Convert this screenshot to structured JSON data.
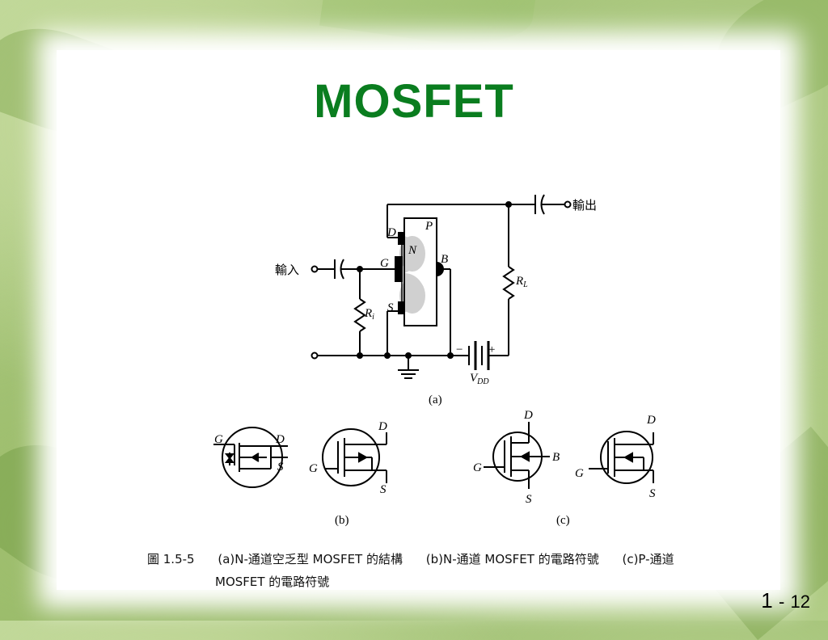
{
  "slide": {
    "title": "MOSFET",
    "page_number": "1",
    "page_separator": "-",
    "page_sub": "12"
  },
  "diagram_a": {
    "input_label": "輸入",
    "output_label": "輸出",
    "drain_label": "D",
    "gate_label": "G",
    "source_label": "S",
    "body_label": "B",
    "substrate_label": "P",
    "channel_label": "N",
    "ri_main": "R",
    "ri_sub": "i",
    "rl_main": "R",
    "rl_sub": "L",
    "vdd_main": "V",
    "vdd_sub": "DD",
    "minus": "−",
    "plus": "+",
    "sub_caption": "(a)"
  },
  "diagram_b": {
    "sym1_g": "G",
    "sym1_d": "D",
    "sym1_s": "S",
    "sym2_d": "D",
    "sym2_g": "G",
    "sym2_s": "S",
    "sub_caption": "(b)"
  },
  "diagram_c": {
    "sym3_d": "D",
    "sym3_g": "G",
    "sym3_b": "B",
    "sym3_s": "S",
    "sym4_d": "D",
    "sym4_g": "G",
    "sym4_s": "S",
    "sub_caption": "(c)"
  },
  "caption": {
    "fig_label": "圖 1.5-5",
    "part_a": "(a)N-通道空乏型 MOSFET 的結構",
    "part_b": "(b)N-通道 MOSFET 的電路符號",
    "part_c": "(c)P-通道",
    "line2": "MOSFET 的電路符號"
  }
}
